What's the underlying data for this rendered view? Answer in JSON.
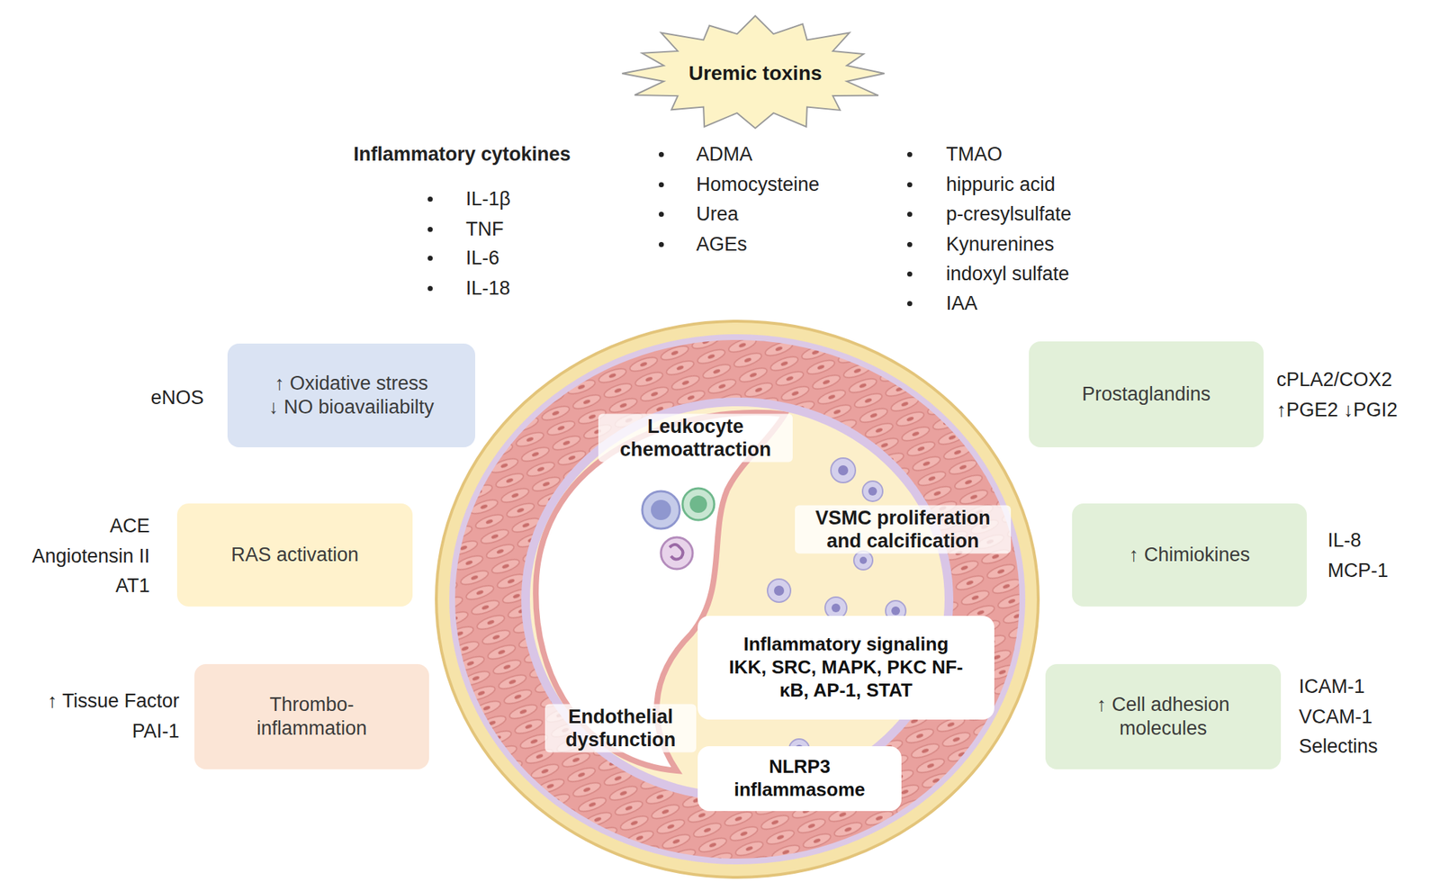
{
  "diagram": {
    "nodes": [
      {
        "text": [
          "Uremic toxins"
        ]
      },
      {
        "text": [
          "↑ Oxidative stress",
          "↓ NO bioavailiabilty"
        ]
      },
      {
        "text": [
          "Prostaglandins"
        ]
      },
      {
        "text": [
          "RAS activation"
        ]
      },
      {
        "text": [
          "↑ Chimiokines"
        ]
      },
      {
        "text": [
          "Thrombo- inflammation"
        ]
      },
      {
        "text": [
          "↑ Cell adhesion molecules"
        ]
      },
      {
        "text": [
          "Leukocyte chemoattraction",
          "VSMC proliferation and calcification",
          "Endothelial dysfunction"
        ]
      },
      {
        "text": [
          "Inflammatory signaling",
          "IKK, SRC, MAPK, PKC NF-κB, AP-1, STAT"
        ],
        "in": 7
      },
      {
        "text": [
          "NLRP3 inflammasome"
        ],
        "in": 7
      }
    ],
    "labels": [
      "Inflammatory cytokines",
      "IL-1β",
      "TNF",
      "IL-6",
      "IL-18",
      "ADMA",
      "Homocysteine",
      "Urea",
      "AGEs",
      "TMAO",
      "hippuric acid",
      "p-cresylsulfate",
      "Kynurenines",
      "indoxyl sulfate",
      "IAA",
      "eNOS",
      "cPLA2/COX2",
      "↑PGE2 ↓PGI2",
      "ACE",
      "Angiotensin II",
      "AT1",
      "IL-8",
      "MCP-1",
      "↑ Tissue Factor",
      "PAI-1",
      "ICAM-1",
      "VCAM-1",
      "Selectins"
    ]
  }
}
